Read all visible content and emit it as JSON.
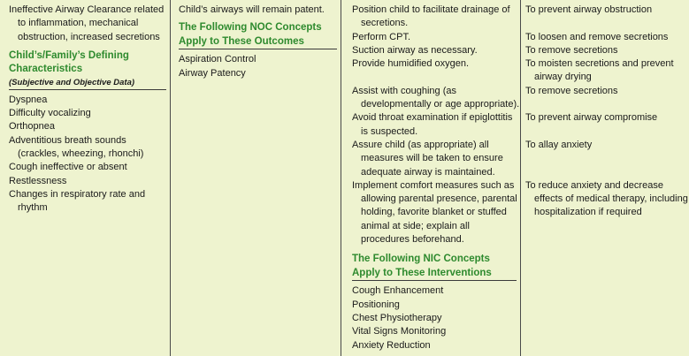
{
  "col1": {
    "diagnosis": "Ineffective Airway Clearance related to inflammation, mechanical obstruction, increased secretions",
    "defining_heading": "Child’s/Family’s Defining Characteristics",
    "defining_sub": "(Subjective and Objective Data)",
    "characteristics": [
      "Dyspnea",
      "Difficulty vocalizing",
      "Orthopnea",
      "Adventitious breath sounds (crackles, wheezing, rhonchi)",
      "Cough ineffective or absent",
      "Restlessness",
      "Changes in respiratory rate and rhythm"
    ]
  },
  "col2": {
    "outcome": "Child’s airways will remain patent.",
    "noc_heading": "The Following NOC Concepts Apply to These Outcomes",
    "noc": [
      "Aspiration Control",
      "Airway Patency"
    ]
  },
  "col3": {
    "interventions": [
      "Position child to facilitate drainage of secretions.",
      "Perform CPT.",
      "Suction airway as necessary.",
      "Provide humidified oxygen.",
      "Assist with coughing (as developmentally or age appropriate).",
      "Avoid throat examination if epiglottitis is suspected.",
      "Assure child (as appropriate) all measures will be taken to ensure adequate airway is maintained.",
      "Implement comfort measures such as allowing parental presence, parental holding, favorite blanket or stuffed animal at side; explain all procedures beforehand."
    ],
    "nic_heading": "The Following NIC Concepts Apply to These Interventions",
    "nic": [
      "Cough Enhancement",
      "Positioning",
      "Chest Physiotherapy",
      "Vital Signs Monitoring",
      "Anxiety Reduction"
    ]
  },
  "col4": {
    "rationales": [
      "To prevent airway obstruction",
      "To loosen and remove secretions",
      "To remove secretions",
      "To moisten secretions and prevent airway drying",
      "To remove secretions",
      "To prevent airway compromise",
      "To allay anxiety",
      "To reduce anxiety and decrease effects of medical therapy, including hospitalization if required"
    ]
  }
}
